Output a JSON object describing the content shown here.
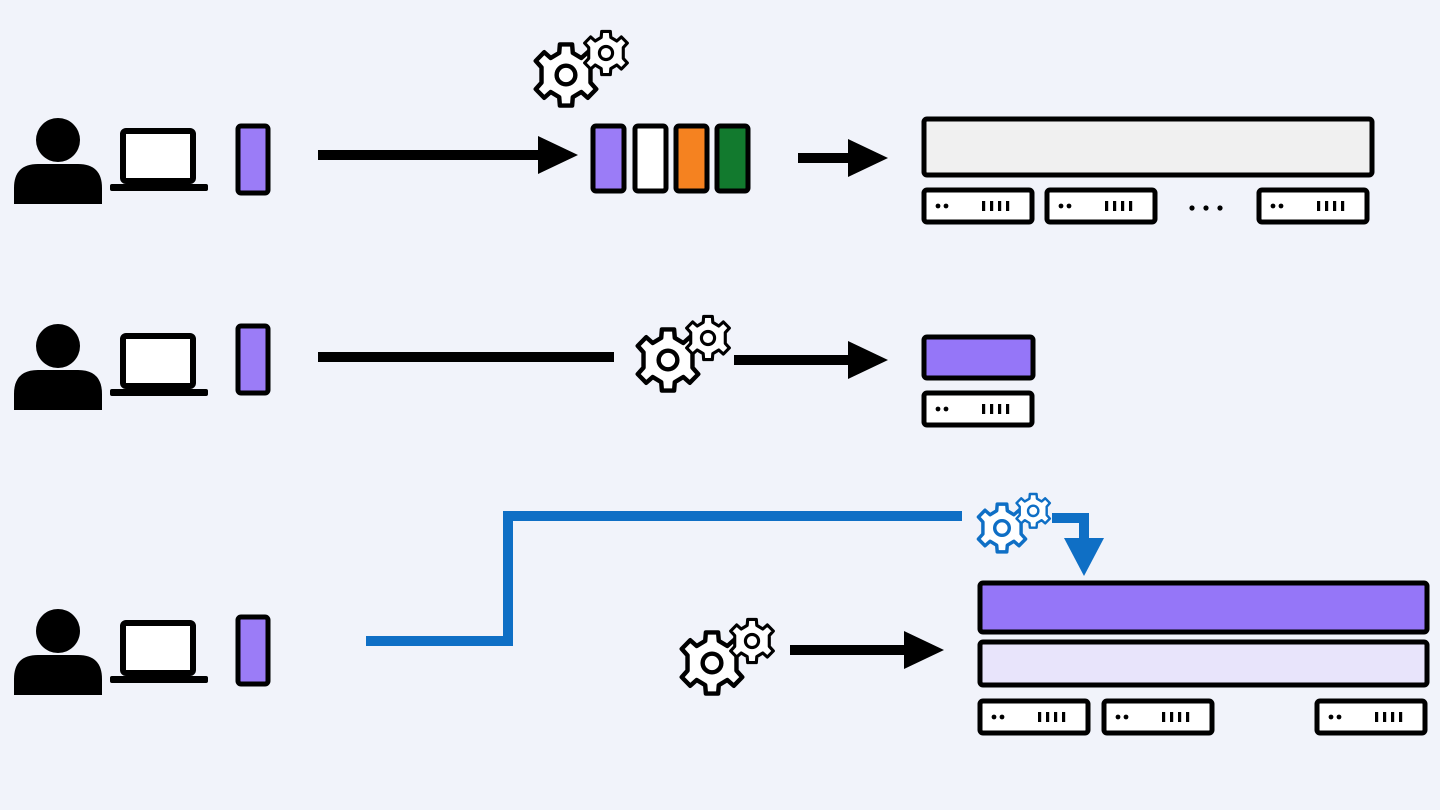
{
  "colors": {
    "background": "#f1f3fa",
    "ink": "#000000",
    "request": "#9b7cf7",
    "request_light": "#e8e4fb",
    "request_storage": "#9576f8",
    "cell_white": "#ffffff",
    "cell_orange": "#f58220",
    "cell_green": "#127a2e",
    "storage_gray": "#f0f0f0",
    "flow_blue": "#0f6fc5"
  },
  "icons": {
    "user": "user-icon",
    "laptop": "laptop-icon",
    "gears": "gears-icon",
    "server": "server-icon",
    "ellipsis": "ellipsis-icon",
    "arrow": "arrow-right-icon"
  },
  "rows": [
    {
      "id": "batch",
      "request_count": 1,
      "queue_cells": [
        "request",
        "cell_white",
        "cell_orange",
        "cell_green"
      ],
      "server_count": 3,
      "ellipsis": "..."
    },
    {
      "id": "direct",
      "request_count": 1,
      "server_count": 1
    },
    {
      "id": "tiered",
      "request_count": 1,
      "server_count": 3
    }
  ]
}
